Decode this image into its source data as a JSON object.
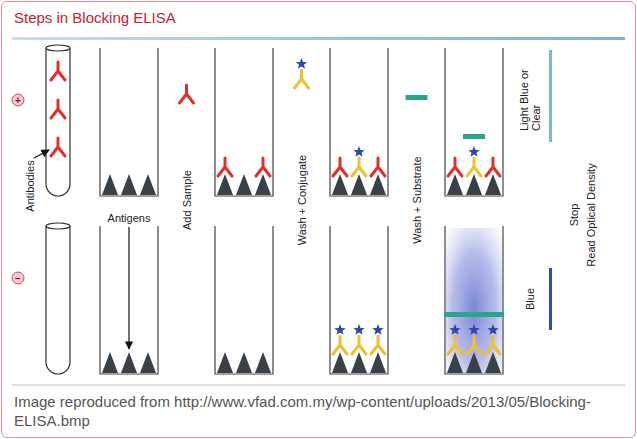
{
  "diagram": {
    "title": "Steps in Blocking ELISA",
    "caption": "Image reproduced from http://www.vfad.com.my/wp-content/uploads/2013/05/Blocking-ELISA.bmp",
    "labels": [
      "+",
      "Antibodies",
      "Antigens",
      "Add Sample",
      "Wash + Conjugate",
      "Wash + Substrate",
      "Light Blue or Clear",
      "Stop",
      "Read Optical Density",
      "Blue",
      "−"
    ]
  }
}
